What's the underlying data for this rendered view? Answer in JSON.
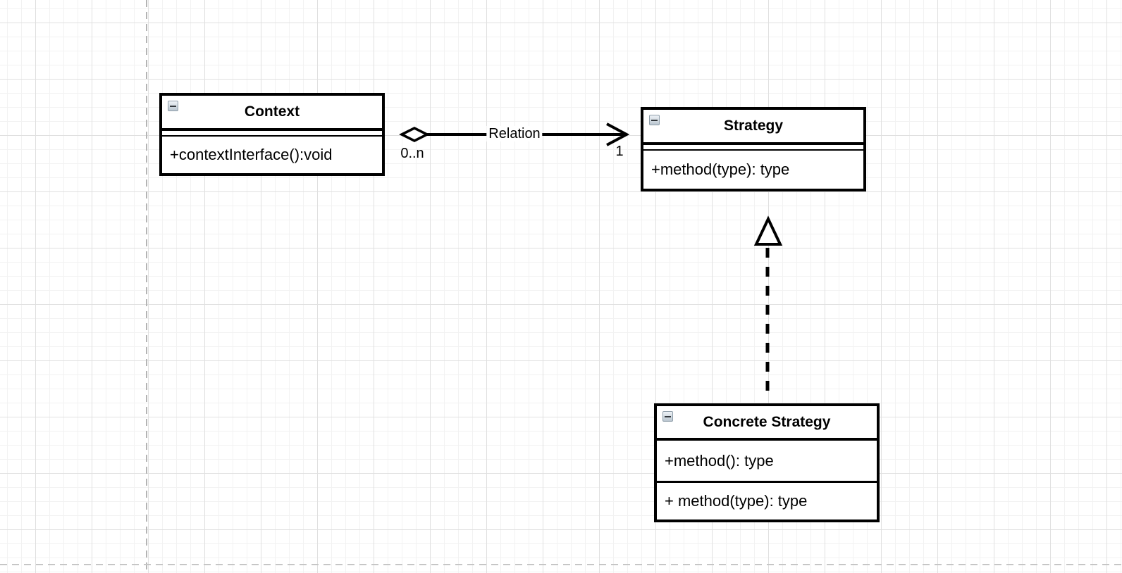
{
  "canvas": {
    "background_color": "#ffffff",
    "grid_minor_color": "#f2f2f2",
    "grid_major_color": "#e0e0e0",
    "page_boundary_color": "#b4b4b4",
    "shape_stroke_color": "#000000",
    "shape_fill_color": "#ffffff",
    "collapse_icon": "minus-icon"
  },
  "classes": [
    {
      "title": "Context",
      "methods": [
        "+contextInterface():void"
      ]
    },
    {
      "title": "Strategy",
      "methods": [
        "+method(type): type"
      ]
    },
    {
      "title": "Concrete Strategy",
      "methods": [
        "+method(): type",
        "+ method(type): type"
      ]
    }
  ],
  "edges": [
    {
      "type": "aggregation",
      "label": "Relation",
      "source_multiplicity": "0..n",
      "target_multiplicity": "1",
      "source_marker": "hollow-diamond",
      "target_marker": "open-arrow"
    },
    {
      "type": "realization",
      "line_style": "dashed",
      "target_marker": "hollow-triangle"
    }
  ]
}
